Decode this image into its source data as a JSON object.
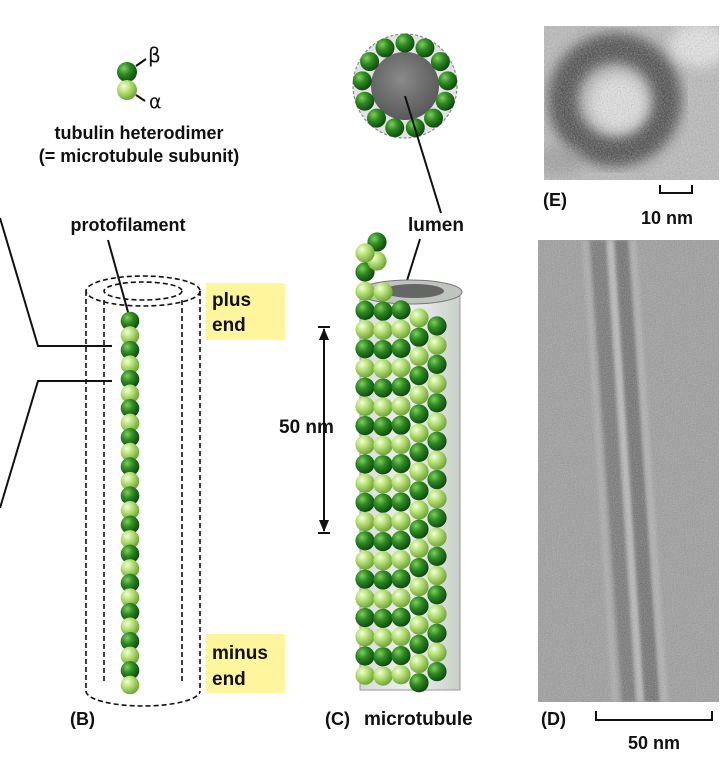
{
  "legend": {
    "beta_symbol": "β",
    "alpha_symbol": "α",
    "title": "tubulin heterodimer",
    "subtitle": "(= microtubule subunit)"
  },
  "panel_b": {
    "letter": "(B)",
    "protofilament_label": "protofilament",
    "plus_end_line1": "plus",
    "plus_end_line2": "end",
    "minus_end_line1": "minus",
    "minus_end_line2": "end",
    "subunit_count": 13
  },
  "panel_c": {
    "letter": "(C)",
    "title": "microtubule",
    "lumen_label": "lumen",
    "scale_label": "50 nm",
    "cross_section_subunits": 13
  },
  "panel_d": {
    "letter": "(D)",
    "scale_label": "50 nm"
  },
  "panel_e": {
    "letter": "(E)",
    "scale_label": "10 nm"
  },
  "colors": {
    "beta_tubulin": "#2e7d1e",
    "alpha_tubulin": "#a9d46a",
    "end_highlight": "#fff59d",
    "lumen": "#6b6b6b"
  }
}
